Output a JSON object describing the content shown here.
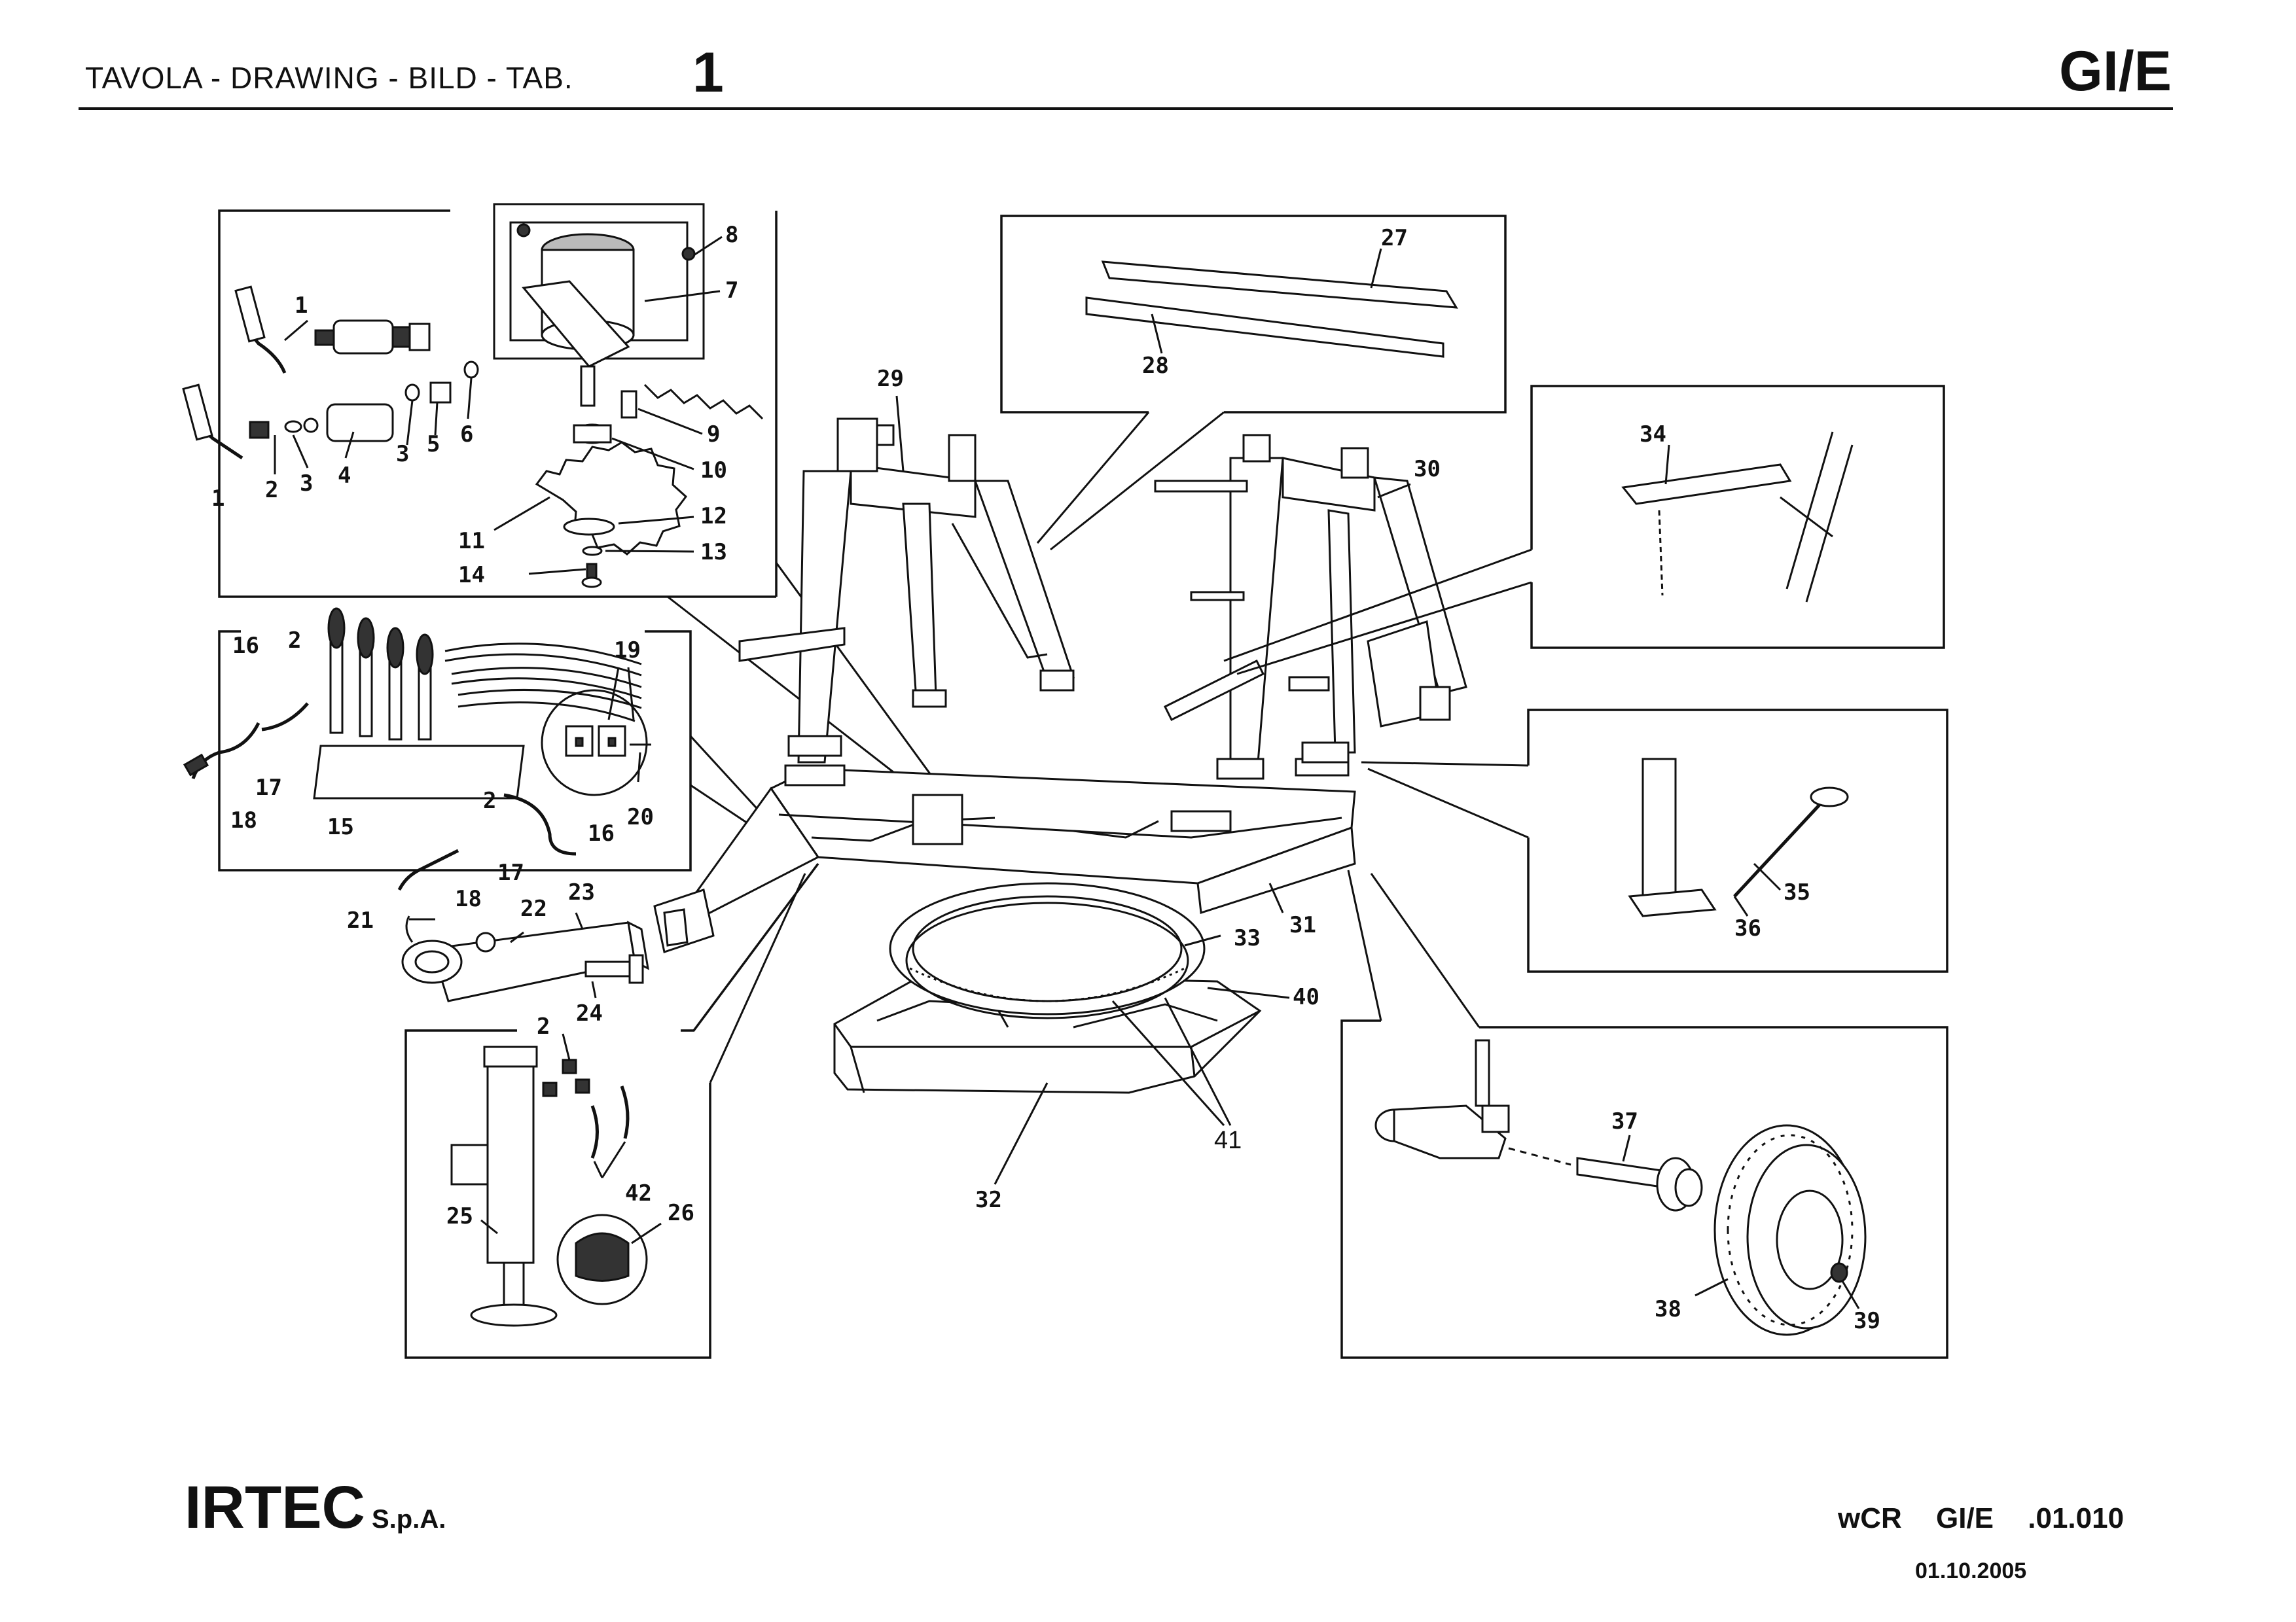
{
  "header": {
    "title": "TAVOLA - DRAWING - BILD - TAB.",
    "table_number": "1",
    "group_code": "GI/E"
  },
  "footer": {
    "company": "IRTEC",
    "company_suffix": "S.p.A.",
    "document_code": "wCR GI/E .01.010",
    "date": "01.10.2005"
  },
  "callouts": {
    "c1a": "1",
    "c1b": "1",
    "c2a": "2",
    "c3a": "3",
    "c4": "4",
    "c3b": "3",
    "c5": "5",
    "c6": "6",
    "c7": "7",
    "c8": "8",
    "c9": "9",
    "c10": "10",
    "c11": "11",
    "c12": "12",
    "c13": "13",
    "c14": "14",
    "c16a": "16",
    "c2b": "2",
    "c19": "19",
    "c17a": "17",
    "c18a": "18",
    "c15": "15",
    "c2c": "2",
    "c20": "20",
    "c16b": "16",
    "c17b": "17",
    "c18b": "18",
    "c21": "21",
    "c22": "22",
    "c23": "23",
    "c24": "24",
    "c2d": "2",
    "c42": "42",
    "c25": "25",
    "c26": "26",
    "c27": "27",
    "c28": "28",
    "c29": "29",
    "c30": "30",
    "c31": "31",
    "c32": "32",
    "c33": "33",
    "c40": "40",
    "c41": "41",
    "c34": "34",
    "c35": "35",
    "c36": "36",
    "c37": "37",
    "c38": "38",
    "c39": "39"
  }
}
